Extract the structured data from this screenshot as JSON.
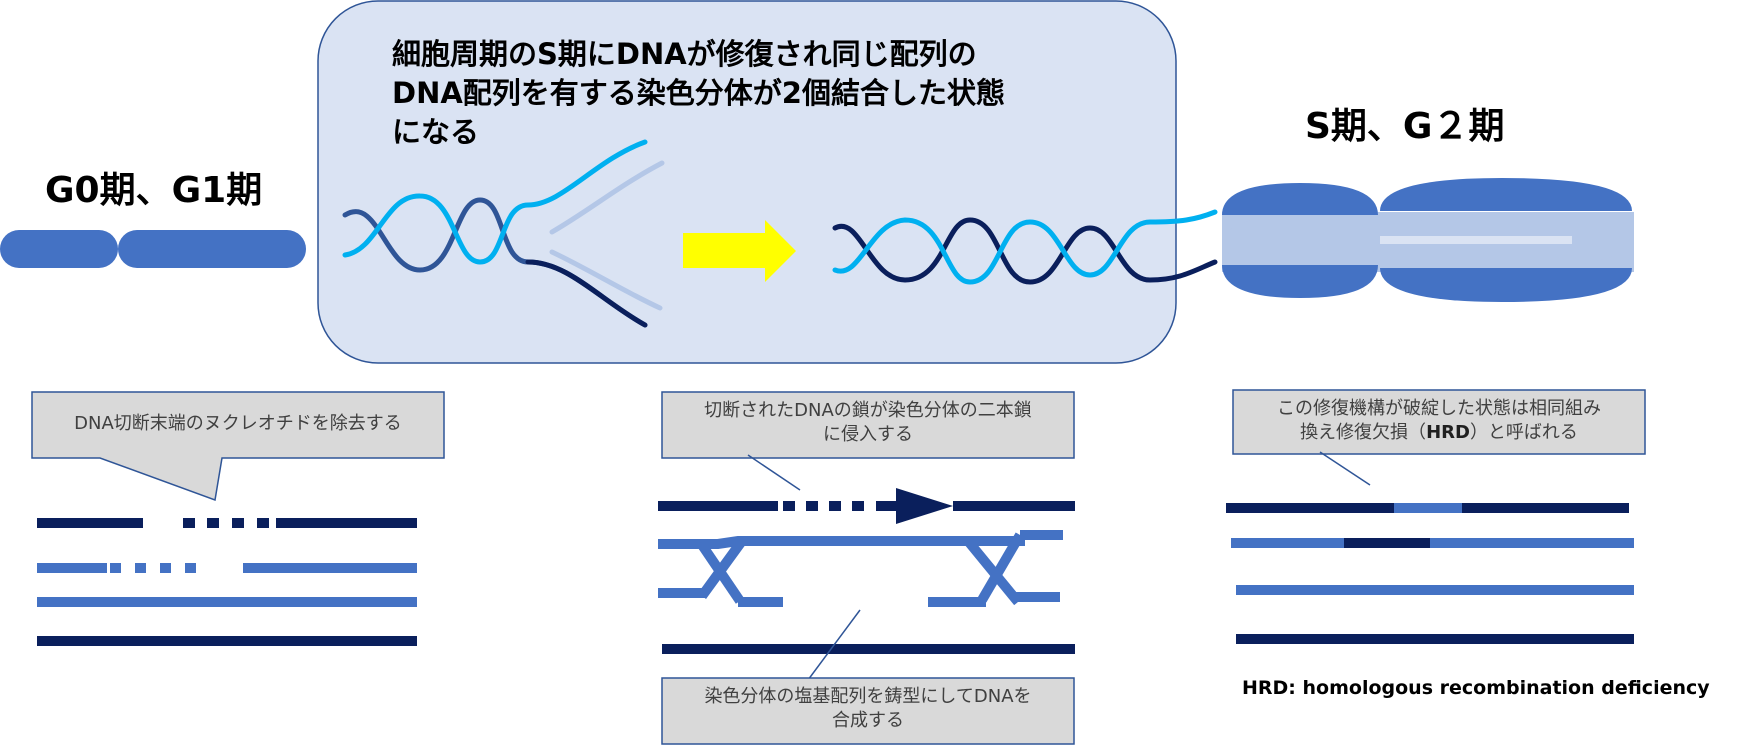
{
  "colors": {
    "dark": "#0a1f5c",
    "medium": "#4472c4",
    "light": "#00b0f0",
    "pale": "#b4c7e7",
    "panel": "#dae3f3",
    "panel_border": "#2f5597",
    "arrow": "#ffff00",
    "callout_fill": "#d9d9d9",
    "callout_border": "#2f5597"
  },
  "phase_g0g1": "G0期、G1期",
  "phase_s_g2": "S期、G２期",
  "s_phase_note": {
    "line1": "細胞周期のS期にDNAが修復され同じ配列の",
    "line2": "DNA配列を有する染色分体が2個結合した状態",
    "line3": "になる"
  },
  "callouts": {
    "resection": "DNA切断末端のヌクレオチドを除去する",
    "invasion": {
      "line1": "切断されたDNAの鎖が染色分体の二本鎖",
      "line2": "に侵入する"
    },
    "synthesis": {
      "line1": "染色分体の塩基配列を鋳型にしてDNAを",
      "line2": "合成する"
    },
    "hrd": {
      "line1": "この修復機構が破綻した状態は相同組み",
      "line2_pre": "換え修復欠損（",
      "line2_bold": "HRD",
      "line2_post": "）と呼ばれる"
    }
  },
  "hrd_footnote": "HRD: homologous recombination deficiency"
}
